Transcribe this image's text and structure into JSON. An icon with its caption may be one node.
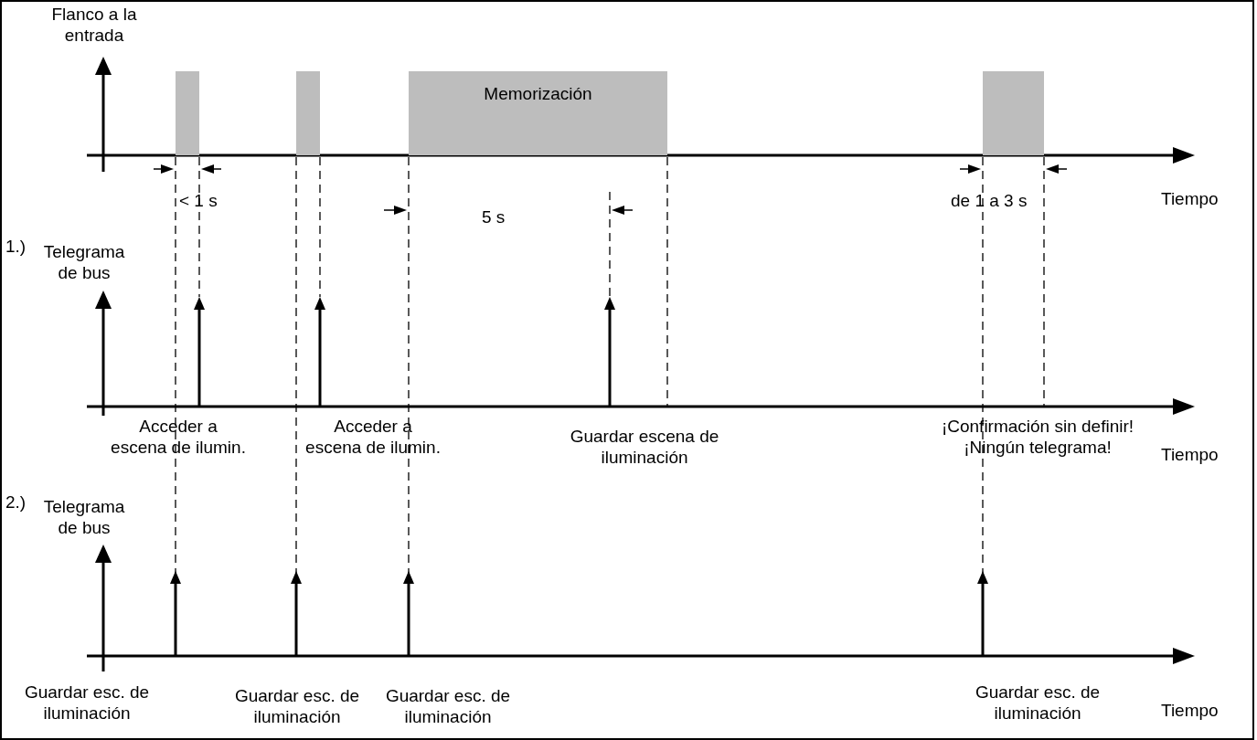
{
  "diagram": {
    "nodes": [
      {
        "text": [],
        "shape": "box"
      },
      {
        "text": [],
        "shape": "box"
      },
      {
        "text": [
          "Memorización"
        ]
      },
      {
        "text": [],
        "shape": "box"
      }
    ],
    "labels": [
      "Flanco a la entrada",
      "< 1 s",
      "5 s",
      "de 1 a 3 s",
      "Tiempo",
      "1.)",
      "Telegrama de bus",
      "Acceder a escena de ilumin.",
      "Acceder a escena de ilumin.",
      "Guardar escena de iluminación",
      "¡Confirmación sin definir! ¡Ningún telegrama!",
      "Tiempo",
      "2.)",
      "Telegrama de bus",
      "Guardar esc. de iluminación",
      "Guardar esc. de iluminación",
      "Guardar esc. de iluminación",
      "Guardar esc. de iluminación",
      "Tiempo"
    ]
  }
}
